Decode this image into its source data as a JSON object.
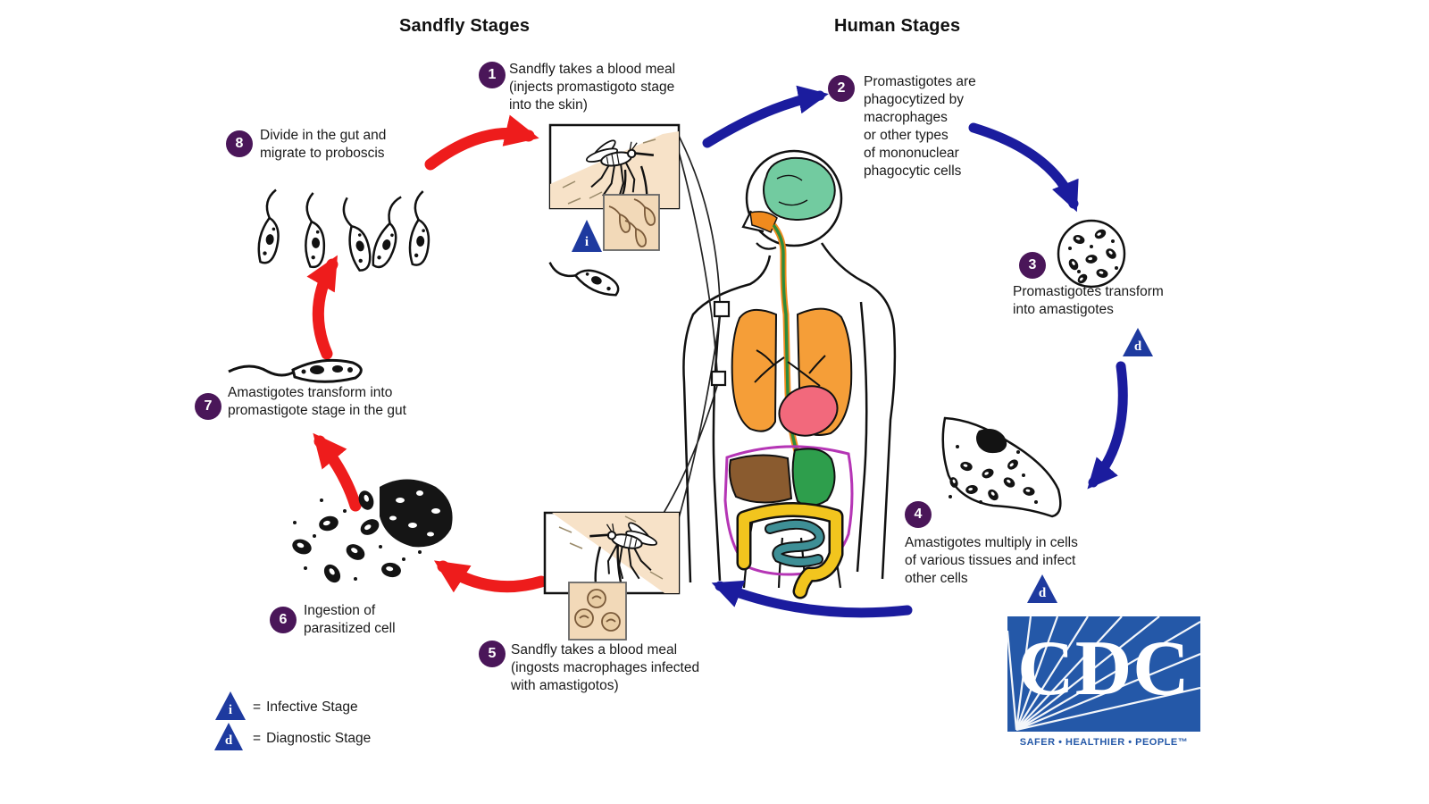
{
  "titles": {
    "sandfly": "Sandfly Stages",
    "human": "Human Stages"
  },
  "steps": [
    {
      "number": "1",
      "text": "Sandfly takes a blood meal\n(injects promastigoto stage\ninto the skin)"
    },
    {
      "number": "2",
      "text": "Promastigotes are\nphagocytized by\nmacrophages\nor other types\nof mononuclear\nphagocytic cells"
    },
    {
      "number": "3",
      "text": "Promastigotes transform\ninto amastigotes"
    },
    {
      "number": "4",
      "text": "Amastigotes multiply in cells\nof various tissues and infect\nother cells"
    },
    {
      "number": "5",
      "text": "Sandfly takes a blood meal\n(ingosts macrophages infected\nwith amastigotos)"
    },
    {
      "number": "6",
      "text": "Ingestion of\nparasitized cell"
    },
    {
      "number": "7",
      "text": "Amastigotes transform into\npromastigote stage in the gut"
    },
    {
      "number": "8",
      "text": "Divide in the gut and\nmigrate to proboscis"
    }
  ],
  "stage_markers": {
    "infective_letter": "i",
    "diagnostic_letter": "d"
  },
  "legend": {
    "equals": "=",
    "infective_label": "Infective Stage",
    "diagnostic_label": "Diagnostic Stage"
  },
  "cdc": {
    "acronym": "CDC",
    "tagline": "SAFER • HEALTHIER • PEOPLE™"
  },
  "colors": {
    "sandfly_cycle_arrow_red": "#ee1c1c",
    "human_cycle_arrow_blue": "#1b1c9e",
    "step_badge_purple": "#4a1659",
    "marker_triangle_blue": "#1e3a9f",
    "cdc_blue": "#2458a8"
  }
}
